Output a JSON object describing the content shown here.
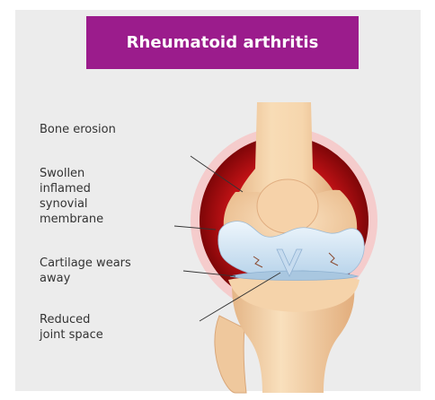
{
  "title": "Rheumatoid arthritis",
  "labels": {
    "bone_erosion": "Bone erosion",
    "swollen_membrane": "Swollen\ninflamed\nsynovial\nmembrane",
    "cartilage": "Cartilage wears\naway",
    "reduced_space": "Reduced\njoint space"
  },
  "colors": {
    "banner": "#9b1c8c",
    "background": "#ececec",
    "inflammation": "#c8141c",
    "bone": "#f2cfa3",
    "cartilage": "#d8eaf6"
  }
}
